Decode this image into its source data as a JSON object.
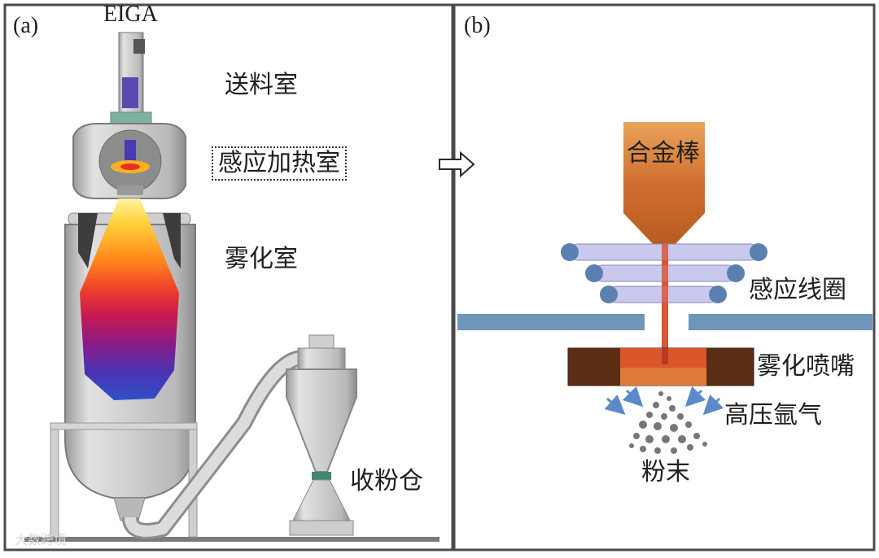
{
  "panel_a": {
    "tag": "(a)",
    "title": "EIGA",
    "labels": {
      "feed_chamber": "送料室",
      "induction_chamber": "感应加热室",
      "atomization_chamber": "雾化室",
      "powder_bin": "收粉仓"
    }
  },
  "panel_b": {
    "tag": "(b)",
    "labels": {
      "alloy_rod": "合金棒",
      "induction_coil": "感应线圈",
      "nozzle": "雾化喷嘴",
      "argon": "高压氩气",
      "powder": "粉末"
    }
  },
  "watermark": "大数跨境",
  "colors": {
    "frame": "#4a4a4a",
    "vessel": "#c9c9c9",
    "coil": "#c9c9ee",
    "coil_end": "#5b7fb0",
    "plate": "#6f95b8",
    "nozzle_dark": "#5a2e15",
    "nozzle_mid": "#d9552a",
    "stream": "#d8563a"
  }
}
